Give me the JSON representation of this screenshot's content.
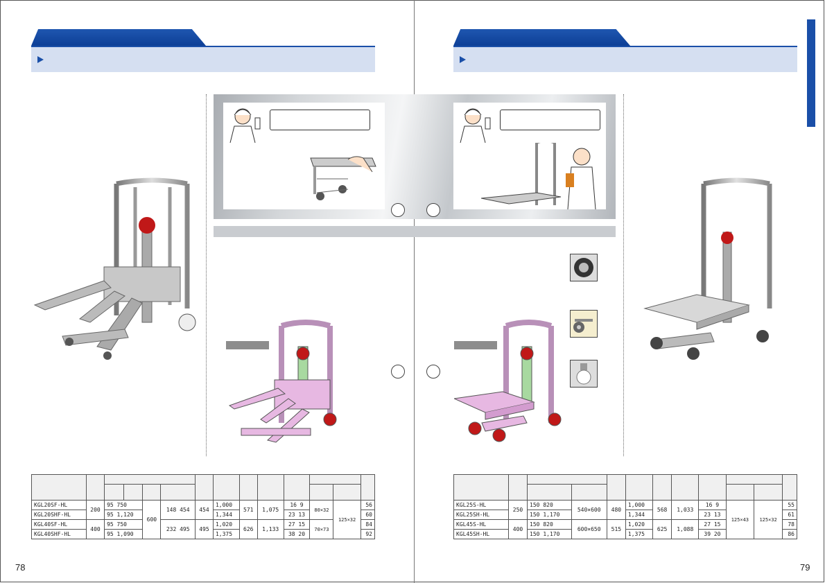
{
  "pages": {
    "left_number": "78",
    "right_number": "79"
  },
  "left_table": {
    "rows": [
      {
        "model": "KGL20SF-HL",
        "c1": "200",
        "c2": "95  750",
        "c3": "600",
        "c4": "148  454",
        "c5": "454",
        "c6": "1,000",
        "c7": "571",
        "c8": "1,075",
        "c9": "16  9",
        "c10": "80×32",
        "c11": "125×32",
        "c12": "56"
      },
      {
        "model": "KGL20SHF-HL",
        "c2": "95  1,120",
        "c6": "1,344",
        "c9": "23  13",
        "c12": "60"
      },
      {
        "model": "KGL40SF-HL",
        "c1": "400",
        "c2": "95  750",
        "c4": "232  495",
        "c5": "495",
        "c6": "1,020",
        "c7": "626",
        "c8": "1,133",
        "c9": "27  15",
        "c10": "70×73",
        "c12": "84"
      },
      {
        "model": "KGL40SHF-HL",
        "c2": "95  1,090",
        "c6": "1,375",
        "c9": "38  20",
        "c12": "92"
      }
    ]
  },
  "right_table": {
    "rows": [
      {
        "model": "KGL25S-HL",
        "c1": "250",
        "c2": "150  820",
        "c3": "540×600",
        "c4": "480",
        "c5": "1,000",
        "c6": "568",
        "c7": "1,033",
        "c8": "16  9",
        "c9": "125×43",
        "c10": "125×32",
        "c11": "55"
      },
      {
        "model": "KGL25SH-HL",
        "c2": "150  1,170",
        "c5": "1,344",
        "c8": "23  13",
        "c11": "61"
      },
      {
        "model": "KGL45S-HL",
        "c1": "400",
        "c2": "150  820",
        "c3": "600×650",
        "c4": "515",
        "c5": "1,020",
        "c6": "625",
        "c7": "1,088",
        "c8": "27  15",
        "c11": "78"
      },
      {
        "model": "KGL45SH-HL",
        "c2": "150  1,170",
        "c5": "1,375",
        "c8": "39  20",
        "c11": "86"
      }
    ]
  },
  "colors": {
    "accent": "#1a4fa8",
    "band": "#d5dff1",
    "pink": "#e7b8e2",
    "red": "#c01818"
  },
  "icons": {
    "worker": "worker-illustration-icon",
    "caster": "caster-wheel-icon"
  }
}
